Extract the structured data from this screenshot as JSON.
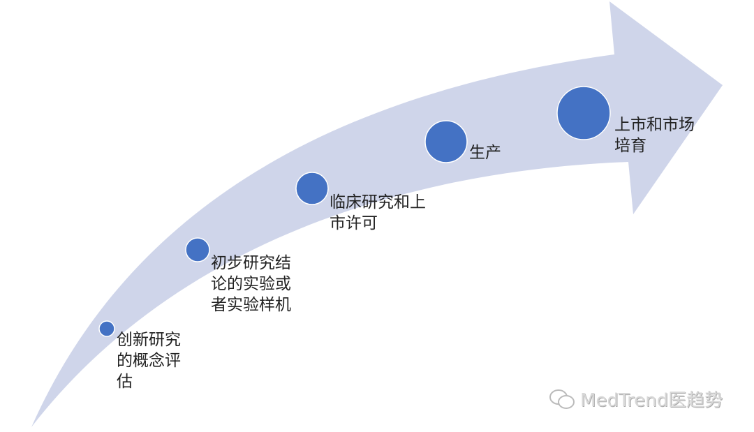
{
  "colors": {
    "arrow": "#CFD5EA",
    "circle": "#4472C4"
  },
  "stages": [
    {
      "label": "创新研究\n的概念评\n估"
    },
    {
      "label": "初步研究结\n论的实验或\n者实验样机"
    },
    {
      "label": "临床研究和上\n市许可"
    },
    {
      "label": "生产"
    },
    {
      "label": "上市和市场\n培育"
    }
  ],
  "watermark": {
    "text": "MedTrend医趋势",
    "icon": "wechat-icon"
  }
}
